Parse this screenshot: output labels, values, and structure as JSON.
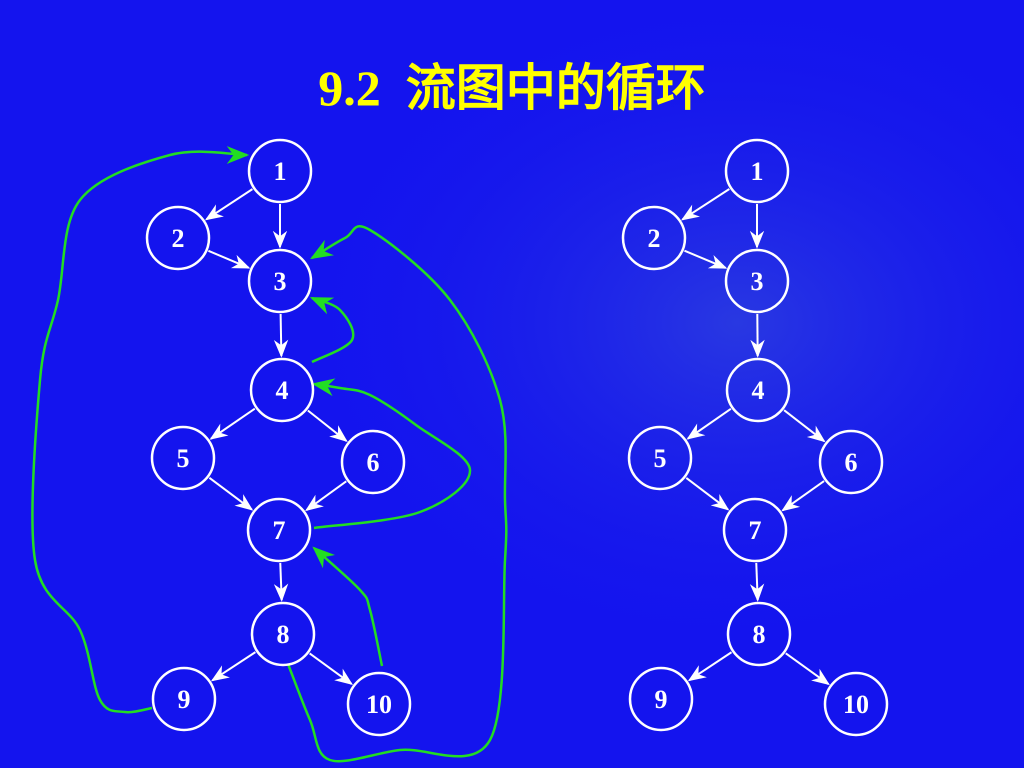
{
  "slide": {
    "title": "9.2  流图中的循环",
    "colors": {
      "background": "#1414ee",
      "title": "#ffff00",
      "node": "#ffffff",
      "edge": "#ffffff",
      "back_edge": "#22dd22"
    }
  },
  "graphs": [
    {
      "name": "flow-graph-with-back-edges",
      "nodes": [
        {
          "id": "1",
          "label": "1"
        },
        {
          "id": "2",
          "label": "2"
        },
        {
          "id": "3",
          "label": "3"
        },
        {
          "id": "4",
          "label": "4"
        },
        {
          "id": "5",
          "label": "5"
        },
        {
          "id": "6",
          "label": "6"
        },
        {
          "id": "7",
          "label": "7"
        },
        {
          "id": "8",
          "label": "8"
        },
        {
          "id": "9",
          "label": "9"
        },
        {
          "id": "10",
          "label": "10"
        }
      ],
      "edges": [
        {
          "from": "1",
          "to": "2"
        },
        {
          "from": "1",
          "to": "3"
        },
        {
          "from": "2",
          "to": "3"
        },
        {
          "from": "3",
          "to": "4"
        },
        {
          "from": "4",
          "to": "5"
        },
        {
          "from": "4",
          "to": "6"
        },
        {
          "from": "5",
          "to": "7"
        },
        {
          "from": "6",
          "to": "7"
        },
        {
          "from": "7",
          "to": "8"
        },
        {
          "from": "8",
          "to": "9"
        },
        {
          "from": "8",
          "to": "10"
        }
      ],
      "back_edges": [
        {
          "from": "4",
          "to": "3"
        },
        {
          "from": "7",
          "to": "4"
        },
        {
          "from": "10",
          "to": "7"
        },
        {
          "from": "8",
          "to": "3"
        },
        {
          "from": "9",
          "to": "1"
        }
      ]
    },
    {
      "name": "flow-graph-plain",
      "nodes": [
        {
          "id": "1",
          "label": "1"
        },
        {
          "id": "2",
          "label": "2"
        },
        {
          "id": "3",
          "label": "3"
        },
        {
          "id": "4",
          "label": "4"
        },
        {
          "id": "5",
          "label": "5"
        },
        {
          "id": "6",
          "label": "6"
        },
        {
          "id": "7",
          "label": "7"
        },
        {
          "id": "8",
          "label": "8"
        },
        {
          "id": "9",
          "label": "9"
        },
        {
          "id": "10",
          "label": "10"
        }
      ],
      "edges": [
        {
          "from": "1",
          "to": "2"
        },
        {
          "from": "1",
          "to": "3"
        },
        {
          "from": "2",
          "to": "3"
        },
        {
          "from": "3",
          "to": "4"
        },
        {
          "from": "4",
          "to": "5"
        },
        {
          "from": "4",
          "to": "6"
        },
        {
          "from": "5",
          "to": "7"
        },
        {
          "from": "6",
          "to": "7"
        },
        {
          "from": "7",
          "to": "8"
        },
        {
          "from": "8",
          "to": "9"
        },
        {
          "from": "8",
          "to": "10"
        }
      ],
      "back_edges": []
    }
  ]
}
